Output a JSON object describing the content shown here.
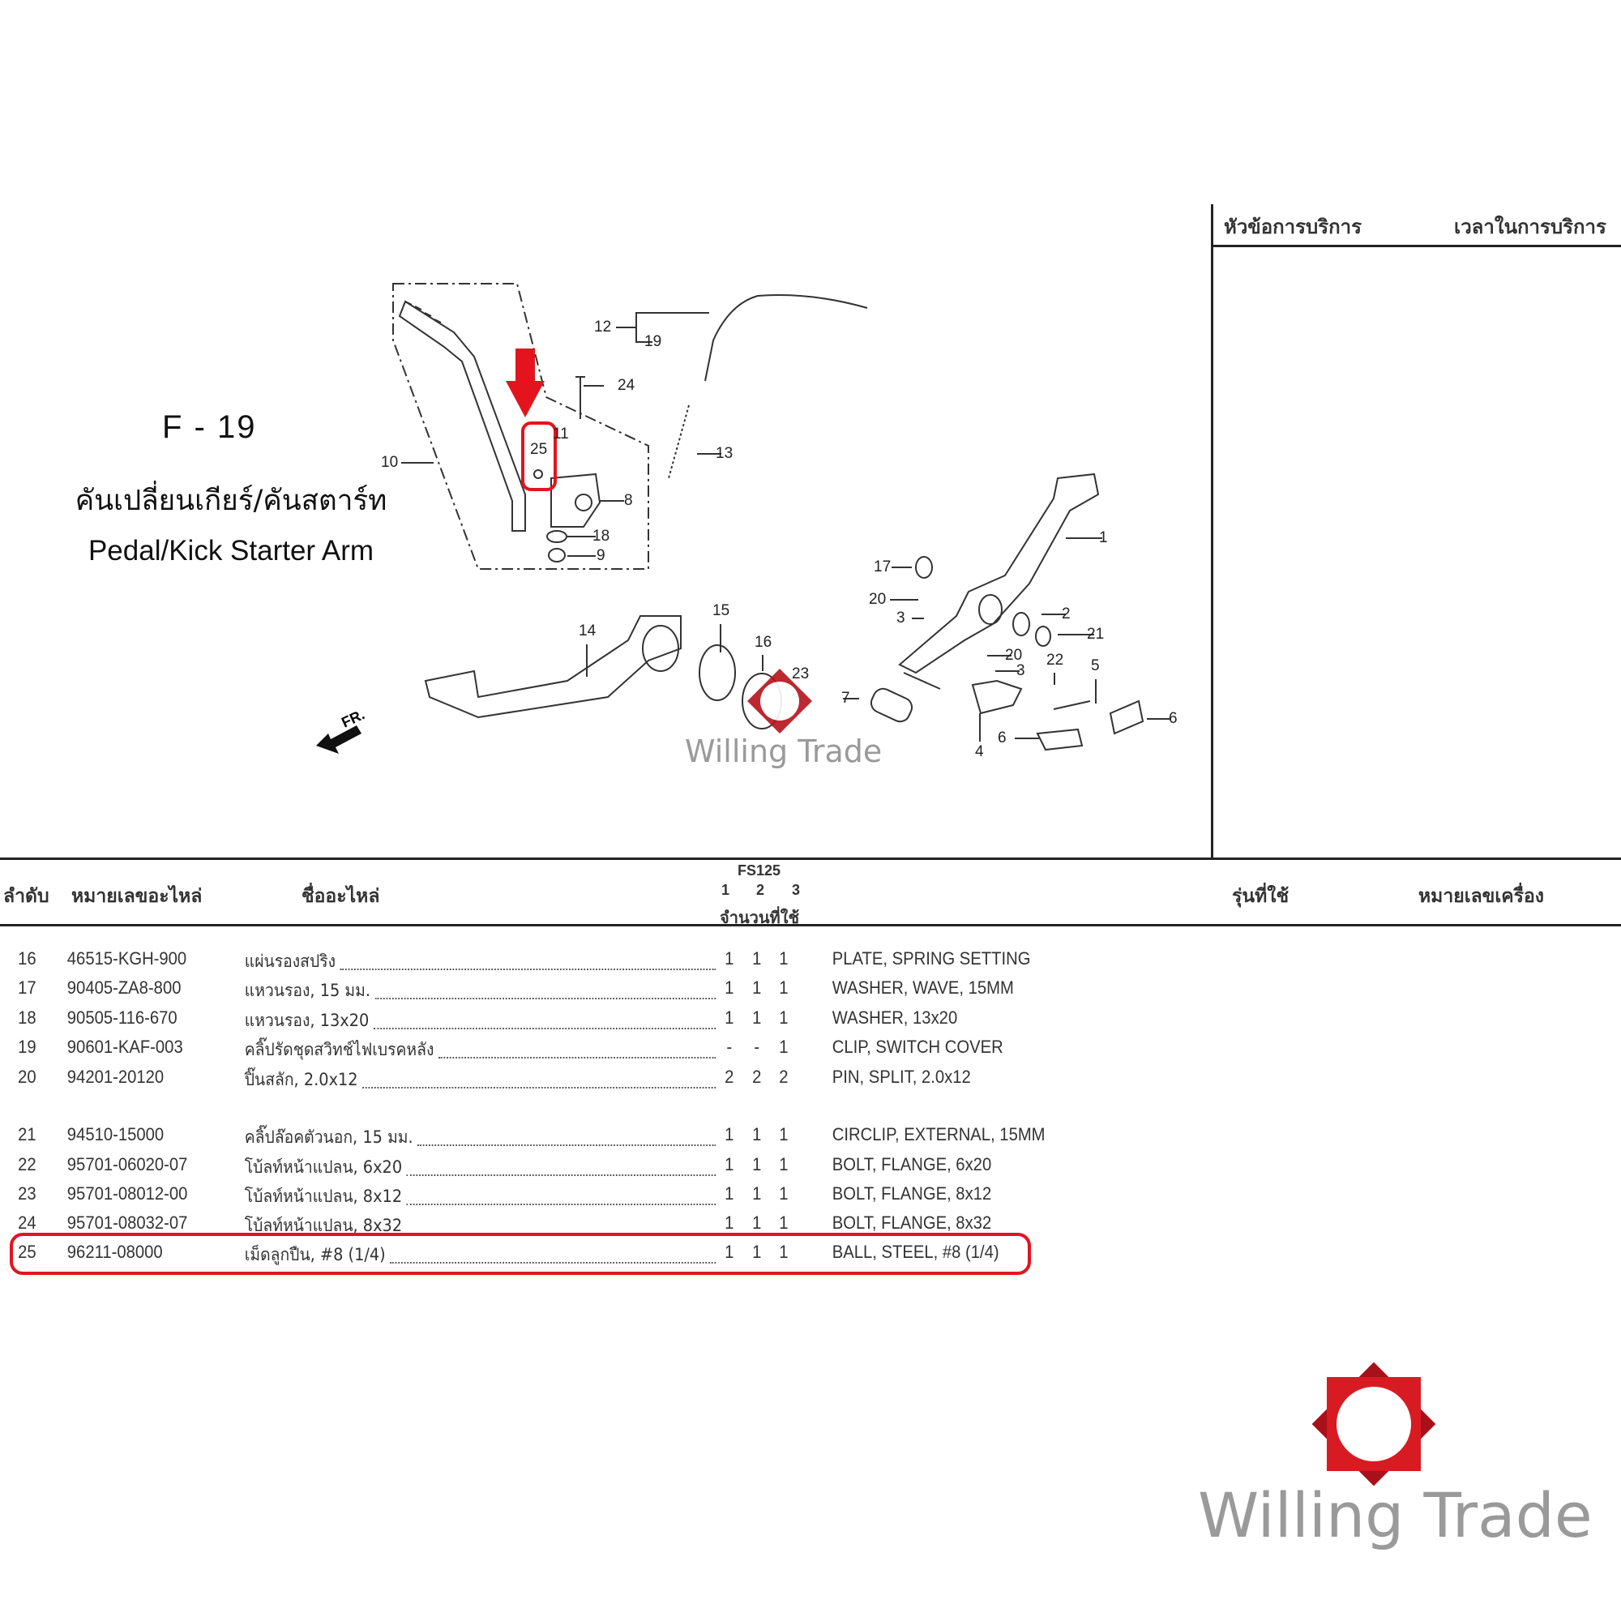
{
  "diagram": {
    "code": "F - 19",
    "title_th": "คันเปลี่ยนเกียร์/คันสตาร์ท",
    "title_en": "Pedal/Kick Starter Arm",
    "front_label": "FR.",
    "callouts": [
      "12",
      "19",
      "24",
      "13",
      "25",
      "10",
      "8",
      "18",
      "9",
      "14",
      "15",
      "16",
      "23",
      "7",
      "17",
      "20",
      "3",
      "2",
      "21",
      "20",
      "3",
      "22",
      "5",
      "4",
      "6",
      "6",
      "1",
      "11"
    ],
    "highlight_color": "#e3141e"
  },
  "service_panel": {
    "col_topic": "หัวข้อการบริการ",
    "col_time": "เวลาในการบริการ"
  },
  "table": {
    "headers": {
      "no": "ลำดับ",
      "part_no": "หมายเลขอะไหล่",
      "part_name": "ชื่ออะไหล่",
      "model": "FS125",
      "q1": "1",
      "q2": "2",
      "q3": "3",
      "qty": "จำนวนที่ใช้",
      "used_model": "รุ่นที่ใช้",
      "engine_no": "หมายเลขเครื่อง"
    },
    "rows": [
      {
        "no": "16",
        "part_no": "46515-KGH-900",
        "name_th": "แผ่นรองสปริง",
        "q1": "1",
        "q2": "1",
        "q3": "1",
        "name_en": "PLATE, SPRING SETTING"
      },
      {
        "no": "17",
        "part_no": "90405-ZA8-800",
        "name_th": "แหวนรอง, 15 มม.",
        "q1": "1",
        "q2": "1",
        "q3": "1",
        "name_en": "WASHER, WAVE, 15MM"
      },
      {
        "no": "18",
        "part_no": "90505-116-670",
        "name_th": "แหวนรอง, 13x20",
        "q1": "1",
        "q2": "1",
        "q3": "1",
        "name_en": "WASHER, 13x20"
      },
      {
        "no": "19",
        "part_no": "90601-KAF-003",
        "name_th": "คลิ๊ปรัดชุดสวิทช์ไฟเบรคหลัง",
        "q1": "-",
        "q2": "-",
        "q3": "1",
        "name_en": "CLIP, SWITCH COVER"
      },
      {
        "no": "20",
        "part_no": "94201-20120",
        "name_th": "ปิ๊นสลัก, 2.0x12",
        "q1": "2",
        "q2": "2",
        "q3": "2",
        "name_en": "PIN, SPLIT, 2.0x12"
      },
      {
        "no": "21",
        "part_no": "94510-15000",
        "name_th": "คลิ๊ปล๊อคตัวนอก, 15 มม.",
        "q1": "1",
        "q2": "1",
        "q3": "1",
        "name_en": "CIRCLIP, EXTERNAL, 15MM"
      },
      {
        "no": "22",
        "part_no": "95701-06020-07",
        "name_th": "โบ้ลท์หน้าแปลน, 6x20",
        "q1": "1",
        "q2": "1",
        "q3": "1",
        "name_en": "BOLT, FLANGE, 6x20"
      },
      {
        "no": "23",
        "part_no": "95701-08012-00",
        "name_th": "โบ้ลท์หน้าแปลน, 8x12",
        "q1": "1",
        "q2": "1",
        "q3": "1",
        "name_en": "BOLT, FLANGE, 8x12"
      },
      {
        "no": "24",
        "part_no": "95701-08032-07",
        "name_th": "โบ้ลท์หน้าแปลน, 8x32",
        "q1": "1",
        "q2": "1",
        "q3": "1",
        "name_en": "BOLT, FLANGE, 8x32"
      },
      {
        "no": "25",
        "part_no": "96211-08000",
        "name_th": "เม็ดลูกปืน, #8 (1/4)",
        "q1": "1",
        "q2": "1",
        "q3": "1",
        "name_en": "BALL, STEEL, #8 (1/4)",
        "highlighted": true
      }
    ]
  },
  "watermark": {
    "text": "Willing Trade",
    "color": "#c8151d",
    "text_color": "#9a9a9a"
  }
}
